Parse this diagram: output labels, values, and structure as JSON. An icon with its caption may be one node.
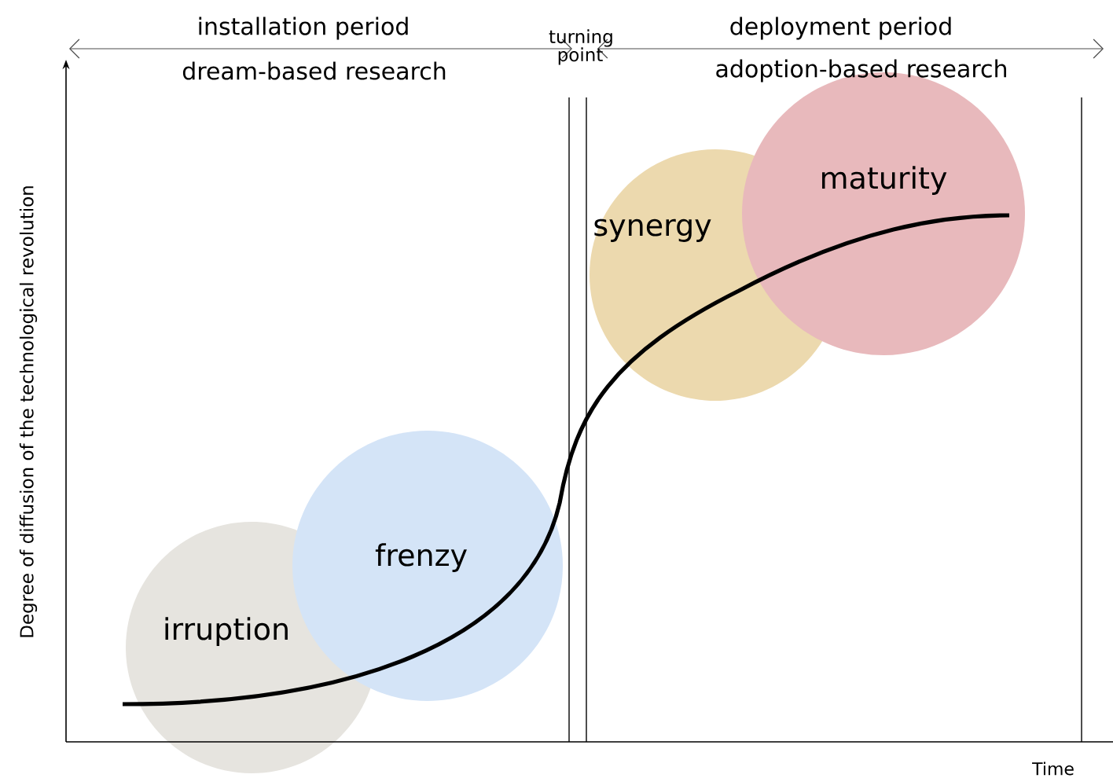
{
  "diagram": {
    "nodes": [
      {
        "text": [
          "irruption"
        ]
      },
      {
        "text": [
          "frenzy"
        ]
      },
      {
        "text": [
          "synergy"
        ]
      },
      {
        "text": [
          "maturity"
        ]
      }
    ],
    "labels": [
      "installation period",
      "dream-based research",
      "turning point",
      "deployment period",
      "adoption-based research",
      "Degree of diffusion of the technological revolution",
      "Time"
    ]
  }
}
